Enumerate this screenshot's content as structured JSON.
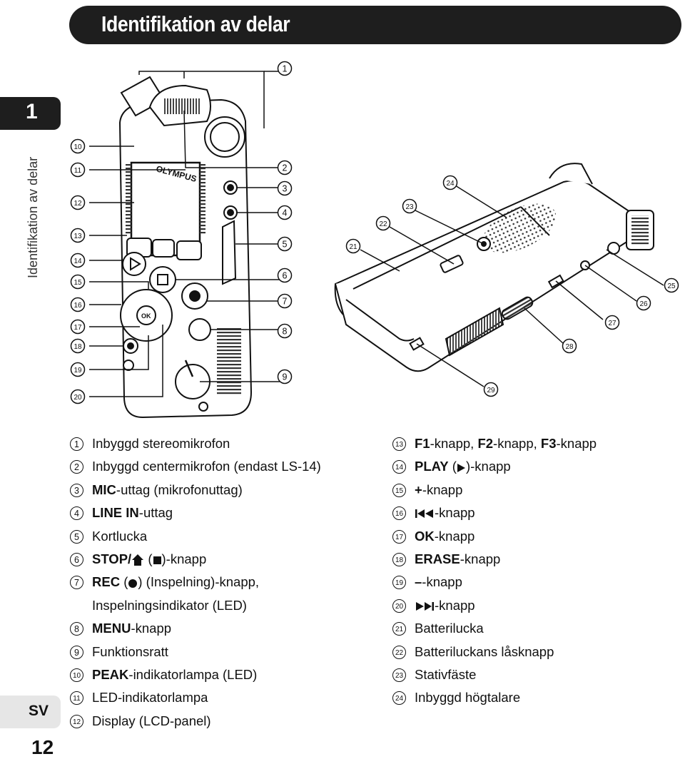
{
  "header": {
    "title": "Identifikation av delar"
  },
  "side": {
    "chapter": "1",
    "label": "Identifikation av delar"
  },
  "footer": {
    "language": "SV",
    "page": "12"
  },
  "illustration": {
    "left_device_labels": [
      "1",
      "2",
      "3",
      "4",
      "5",
      "6",
      "7",
      "8",
      "9",
      "10",
      "11",
      "12",
      "13",
      "14",
      "15",
      "16",
      "17",
      "18",
      "19",
      "20"
    ],
    "right_device_labels": [
      "21",
      "22",
      "23",
      "24",
      "25",
      "26",
      "27",
      "28",
      "29"
    ],
    "brand": "OLYMPUS"
  },
  "legend_left": [
    {
      "num": "1",
      "bold": "",
      "text": "Inbyggd stereomikrofon"
    },
    {
      "num": "2",
      "bold": "",
      "text": "Inbyggd centermikrofon (endast LS-14)"
    },
    {
      "num": "3",
      "bold": "MIC",
      "text": "-uttag (mikrofonuttag)"
    },
    {
      "num": "4",
      "bold": "LINE IN",
      "text": "-uttag"
    },
    {
      "num": "5",
      "bold": "",
      "text": "Kortlucka"
    },
    {
      "num": "6",
      "bold": "STOP/",
      "text": ")-knapp"
    },
    {
      "num": "7",
      "bold": "REC",
      "text": ") (Inspelning)-knapp,",
      "text2": "Inspelningsindikator (LED)"
    },
    {
      "num": "8",
      "bold": "MENU",
      "text": "-knapp"
    },
    {
      "num": "9",
      "bold": "",
      "text": "Funktionsratt"
    },
    {
      "num": "10",
      "bold": "PEAK",
      "text": "-indikatorlampa (LED)"
    },
    {
      "num": "11",
      "bold": "",
      "text": "LED-indikatorlampa"
    },
    {
      "num": "12",
      "bold": "",
      "text": "Display (LCD-panel)"
    }
  ],
  "legend_right": [
    {
      "num": "13",
      "b1": "F1",
      "t1": "-knapp, ",
      "b2": "F2",
      "t2": "-knapp, ",
      "b3": "F3",
      "t3": "-knapp"
    },
    {
      "num": "14",
      "bold": "PLAY",
      "text": ")-knapp"
    },
    {
      "num": "15",
      "bold": "+",
      "text": "-knapp"
    },
    {
      "num": "16",
      "bold": "",
      "text": "-knapp"
    },
    {
      "num": "17",
      "bold": "OK",
      "text": "-knapp"
    },
    {
      "num": "18",
      "bold": "ERASE",
      "text": "-knapp"
    },
    {
      "num": "19",
      "bold": "–",
      "text": "-knapp"
    },
    {
      "num": "20",
      "bold": "",
      "text": "-knapp"
    },
    {
      "num": "21",
      "bold": "",
      "text": "Batterilucka"
    },
    {
      "num": "22",
      "bold": "",
      "text": "Batteriluckans låsknapp"
    },
    {
      "num": "23",
      "bold": "",
      "text": "Stativfäste"
    },
    {
      "num": "24",
      "bold": "",
      "text": "Inbyggd högtalare"
    }
  ]
}
